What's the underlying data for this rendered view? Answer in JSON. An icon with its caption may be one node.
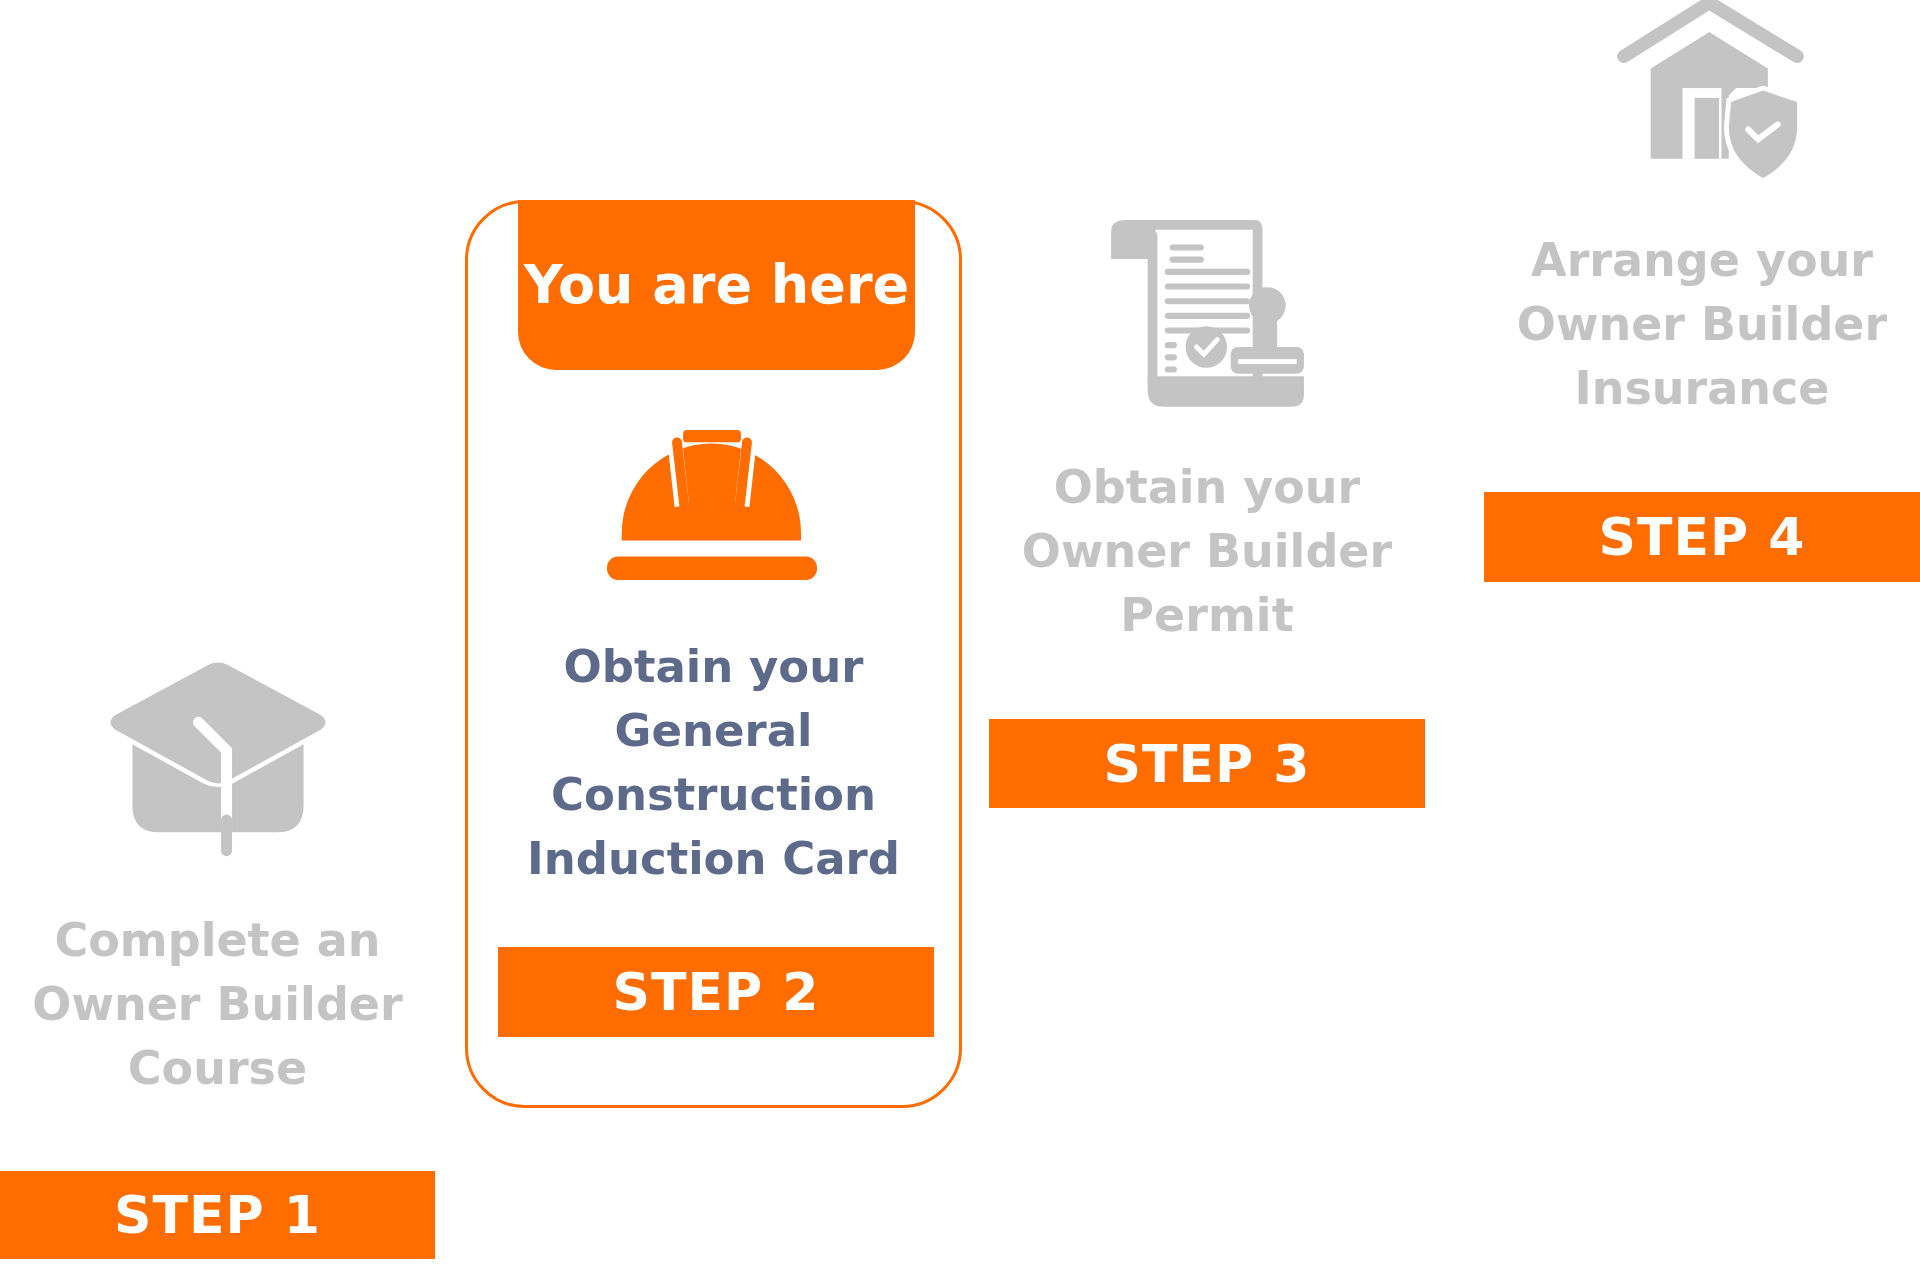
{
  "diagram": {
    "nodes": [
      {
        "text": [
          "STEP 1"
        ]
      },
      {
        "text": [
          "Obtain your General Construction Induction Card"
        ]
      },
      {
        "text": [
          "You are here"
        ],
        "in": 1
      },
      {
        "text": [
          "STEP 2"
        ],
        "in": 1
      },
      {
        "text": [
          "STEP 3"
        ]
      },
      {
        "text": [
          "STEP 4"
        ]
      }
    ],
    "labels": [
      "Complete an Owner Builder Course",
      "Obtain your Owner Builder Permit",
      "Arrange your Owner Builder Insurance"
    ]
  }
}
